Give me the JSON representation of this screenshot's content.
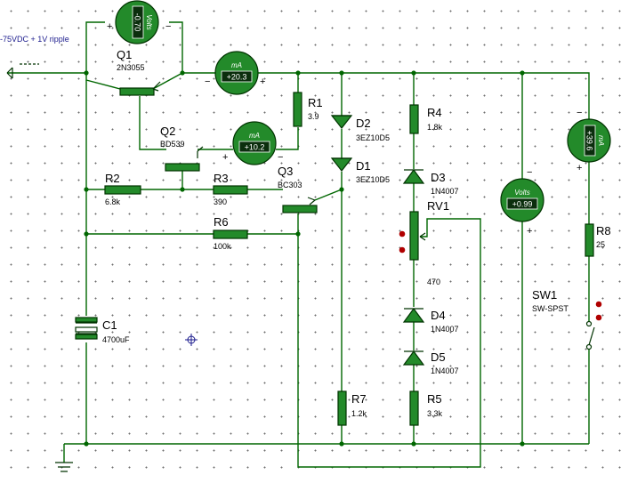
{
  "source": {
    "label": "-75VDC + 1V ripple"
  },
  "components": {
    "q1": {
      "ref": "Q1",
      "part": "2N3055"
    },
    "q2": {
      "ref": "Q2",
      "part": "BD539"
    },
    "q3": {
      "ref": "Q3",
      "part": "BC303"
    },
    "r1": {
      "ref": "R1",
      "value": "3.9"
    },
    "r2": {
      "ref": "R2",
      "value": "6.8k"
    },
    "r3": {
      "ref": "R3",
      "value": "390"
    },
    "r4": {
      "ref": "R4",
      "value": "1.8k"
    },
    "r5": {
      "ref": "R5",
      "value": "3.3k"
    },
    "r6": {
      "ref": "R6",
      "value": "100k"
    },
    "r7": {
      "ref": "R7",
      "value": "1.2k"
    },
    "r8": {
      "ref": "R8",
      "value": "25"
    },
    "rv1": {
      "ref": "RV1",
      "value": "470"
    },
    "c1": {
      "ref": "C1",
      "value": "4700uF"
    },
    "d1": {
      "ref": "D1",
      "part": "3EZ10D5"
    },
    "d2": {
      "ref": "D2",
      "part": "3EZ10D5"
    },
    "d3": {
      "ref": "D3",
      "part": "1N4007"
    },
    "d4": {
      "ref": "D4",
      "part": "1N4007"
    },
    "d5": {
      "ref": "D5",
      "part": "1N4007"
    },
    "sw1": {
      "ref": "SW1",
      "part": "SW-SPST"
    }
  },
  "meters": {
    "vm_top": {
      "unit": "Volts",
      "reading": "-0.70"
    },
    "ma_q1": {
      "unit": "mA",
      "reading": "+20.3"
    },
    "ma_q2": {
      "unit": "mA",
      "reading": "+10.2"
    },
    "vm_out": {
      "unit": "Volts",
      "reading": "+0.99"
    },
    "ma_load": {
      "unit": "mA",
      "reading": "+39.6"
    }
  },
  "colors": {
    "wire": "#006600",
    "component": "#238a2a",
    "probe": "#b00000"
  }
}
